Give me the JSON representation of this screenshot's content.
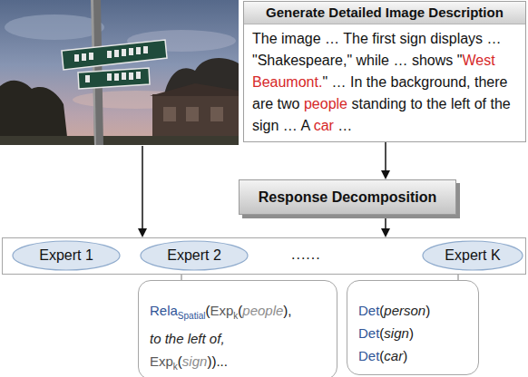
{
  "diagram": {
    "nodes": [
      {
        "text": [
          "Generate Detailed Image Description",
          "The image … The first sign displays … \"Shakespeare,\" while … shows \"West Beaumont.\" … In the background, there are two people standing to the left of the sign … A car …"
        ]
      },
      {
        "text": [
          "Response Decomposition"
        ]
      },
      {
        "text": []
      },
      {
        "text": [
          "Expert 1"
        ],
        "in": 2
      },
      {
        "text": [
          "Expert 2"
        ],
        "in": 2
      },
      {
        "text": [
          "Expert K"
        ],
        "in": 2
      },
      {
        "text": [
          "RelaSpatial(Expk(people),",
          "to the left of,",
          "Expk(sign))..."
        ]
      },
      {
        "text": [
          "Det(person)",
          "Det(sign)",
          "Det(car)"
        ]
      }
    ],
    "edges": [
      {
        "from": 0,
        "to": 1,
        "arrow": "to"
      },
      {
        "from": 1,
        "to": 2,
        "arrow": "to"
      },
      {
        "from": 4,
        "to": 6,
        "arrow": "none"
      },
      {
        "from": 5,
        "to": 7,
        "arrow": "none"
      }
    ],
    "labels": [
      "......"
    ]
  }
}
